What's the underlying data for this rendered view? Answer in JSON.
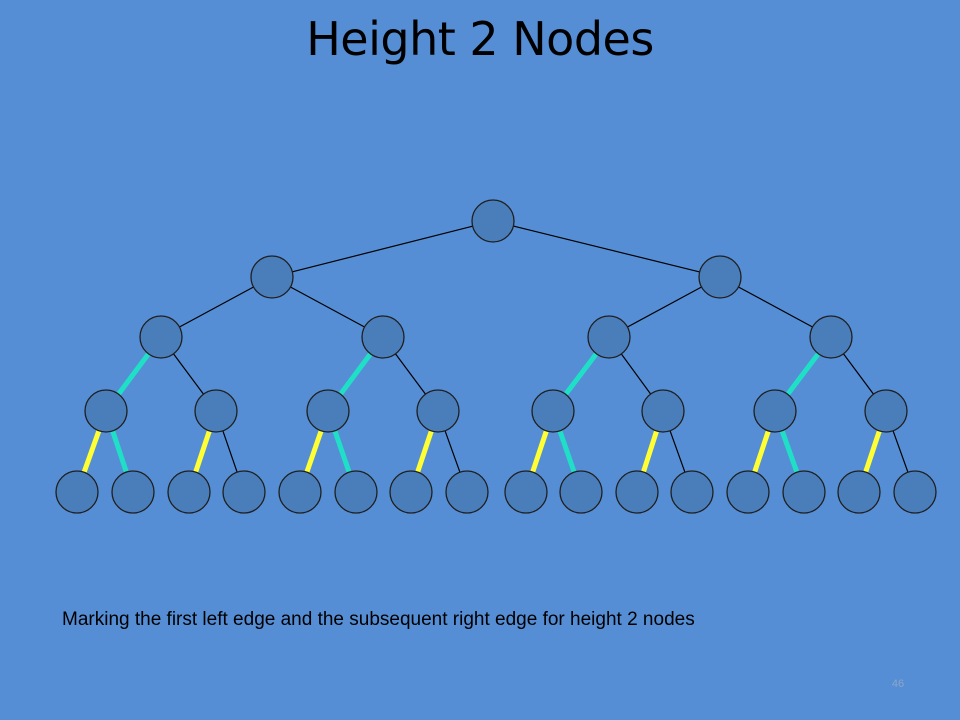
{
  "slide": {
    "title": "Height 2 Nodes",
    "caption": "Marking the first left edge and the subsequent right edge for height 2 nodes",
    "slide_number": "46"
  },
  "colors": {
    "background": "#558ed5",
    "node_fill": "#4a7ebb",
    "node_stroke": "#1f1f1f",
    "edge_normal": "#000000",
    "edge_height2_left": "#1fe0c6",
    "edge_height1": "#ffff33",
    "edge_right_marked": "#1fe0c6"
  },
  "tree": {
    "type": "complete-binary-tree",
    "levels": 5,
    "leaf_count": 16,
    "marked_edges": {
      "height_2_nodes": "first left edge highlighted (cyan)",
      "height_1_nodes": "left edge highlighted (yellow), right edge of left-child subtree highlighted (cyan)"
    }
  }
}
